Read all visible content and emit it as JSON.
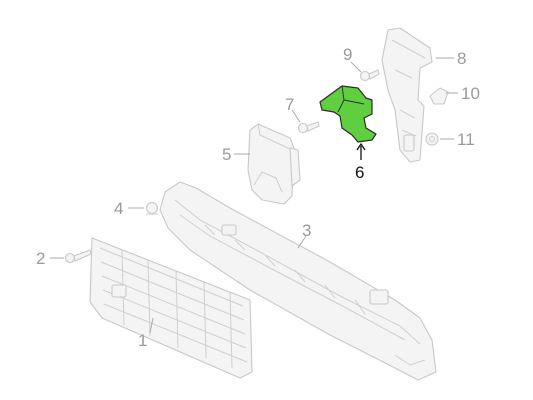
{
  "diagram": {
    "highlight_color": "#5fce3f",
    "callouts": [
      {
        "id": "1",
        "text": "1"
      },
      {
        "id": "2",
        "text": "2"
      },
      {
        "id": "3",
        "text": "3"
      },
      {
        "id": "4",
        "text": "4"
      },
      {
        "id": "5",
        "text": "5"
      },
      {
        "id": "6",
        "text": "6"
      },
      {
        "id": "7",
        "text": "7"
      },
      {
        "id": "8",
        "text": "8"
      },
      {
        "id": "9",
        "text": "9"
      },
      {
        "id": "10",
        "text": "10"
      },
      {
        "id": "11",
        "text": "11"
      }
    ],
    "highlighted_part": "6"
  }
}
